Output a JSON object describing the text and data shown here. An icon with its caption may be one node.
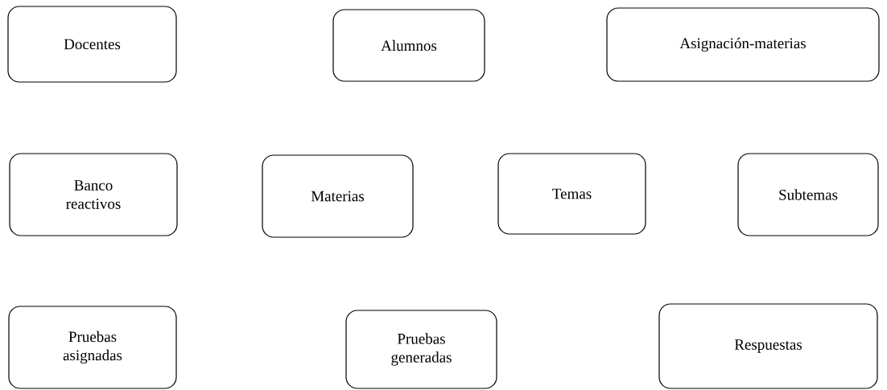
{
  "diagram": {
    "nodes": [
      {
        "text": [
          "Docentes"
        ]
      },
      {
        "text": [
          "Alumnos"
        ]
      },
      {
        "text": [
          "Asignación-materias"
        ]
      },
      {
        "text": [
          "Banco reactivos"
        ]
      },
      {
        "text": [
          "Materias"
        ]
      },
      {
        "text": [
          "Temas"
        ]
      },
      {
        "text": [
          "Subtemas"
        ]
      },
      {
        "text": [
          "Pruebas asignadas"
        ]
      },
      {
        "text": [
          "Pruebas generadas"
        ]
      },
      {
        "text": [
          "Respuestas"
        ]
      }
    ]
  }
}
